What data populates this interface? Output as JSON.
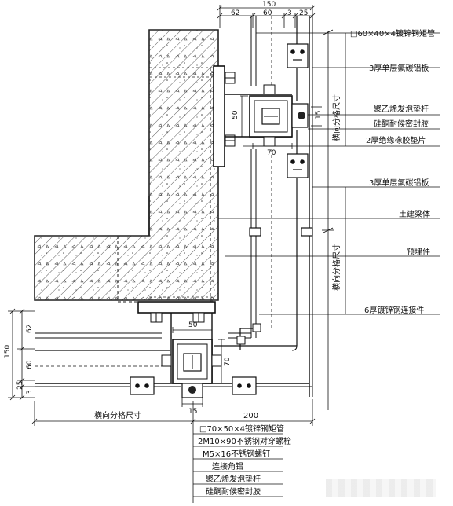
{
  "top_dims": {
    "total": "150",
    "d1": "62",
    "d2": "60",
    "d3": "3",
    "d4": "25"
  },
  "left_dims": {
    "total": "150",
    "d1": "62",
    "d2": "60",
    "d3": "25",
    "d4": "3"
  },
  "inner_dims": {
    "w50_top": "50",
    "w70_top": "70",
    "h15_top": "15",
    "w50_bot": "50",
    "h70_bot": "70",
    "w15_bot": "15"
  },
  "right_labels": [
    "□60×40×4镀锌钢矩管",
    "3厚单层氟碳铝板",
    "聚乙烯发泡垫杆",
    "硅酮耐候密封胶",
    "2厚绝缘橡胶垫片",
    "3厚单层氟碳铝板",
    "土建梁体",
    "预埋件",
    "6厚镀锌钢连接件"
  ],
  "vertical_labels": [
    "横向分格尺寸",
    "横向分格尺寸"
  ],
  "bottom_dims": {
    "left_label": "横向分格尺寸",
    "right_value": "200"
  },
  "bottom_labels": [
    "□70×50×4镀锌钢矩管",
    "2M10×90不锈钢对穿螺栓",
    "M5×16不锈钢螺钉",
    "连接角铝",
    "聚乙烯发泡垫杆",
    "硅酮耐候密封胶"
  ]
}
